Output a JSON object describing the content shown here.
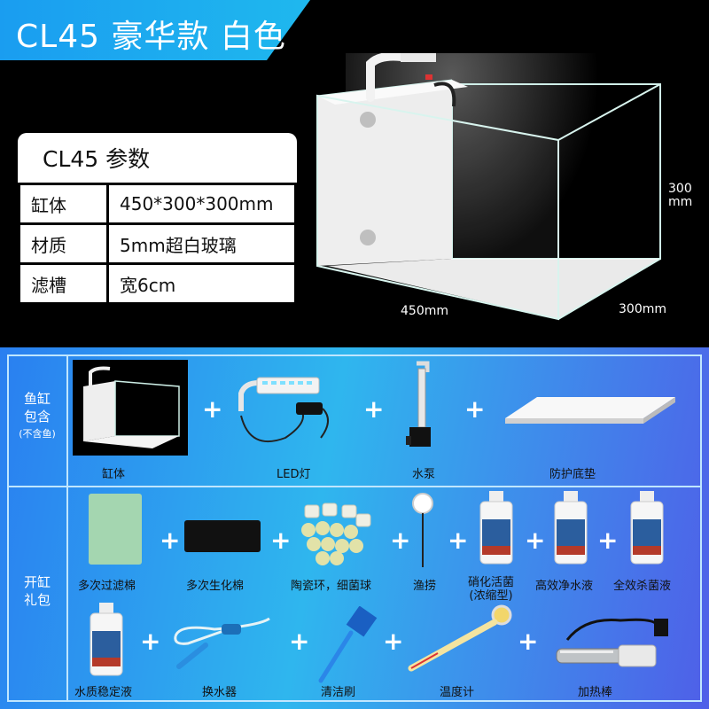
{
  "header": {
    "title": "CL45  豪华款  白色"
  },
  "spec": {
    "title": "CL45 参数",
    "rows": [
      {
        "key": "缸体",
        "value": "450*300*300mm"
      },
      {
        "key": "材质",
        "value": "5mm超白玻璃"
      },
      {
        "key": "滤槽",
        "value": "宽6cm"
      }
    ]
  },
  "dimensions": {
    "height": "300\nmm",
    "length": "450mm",
    "depth": "300mm"
  },
  "sections": {
    "included": {
      "label_line1": "鱼缸",
      "label_line2": "包含",
      "note": "(不含鱼)"
    },
    "gift": {
      "label_line1": "开缸",
      "label_line2": "礼包"
    }
  },
  "included_items": [
    "缸体",
    "LED灯",
    "水泵",
    "防护底垫"
  ],
  "gift_items": [
    "多次过滤棉",
    "多次生化棉",
    "陶瓷环，细菌球",
    "渔捞",
    "硝化活菌\n(浓缩型)",
    "高效净水液",
    "全效杀菌液",
    "水质稳定液",
    "换水器",
    "清洁刷",
    "温度计",
    "加热棒"
  ],
  "plus_sign": "+",
  "colors": {
    "banner": "#1fa8ef",
    "panel_start": "#2a7ff0",
    "panel_end": "#4f5fe8",
    "frame": "#bfe6ff"
  }
}
